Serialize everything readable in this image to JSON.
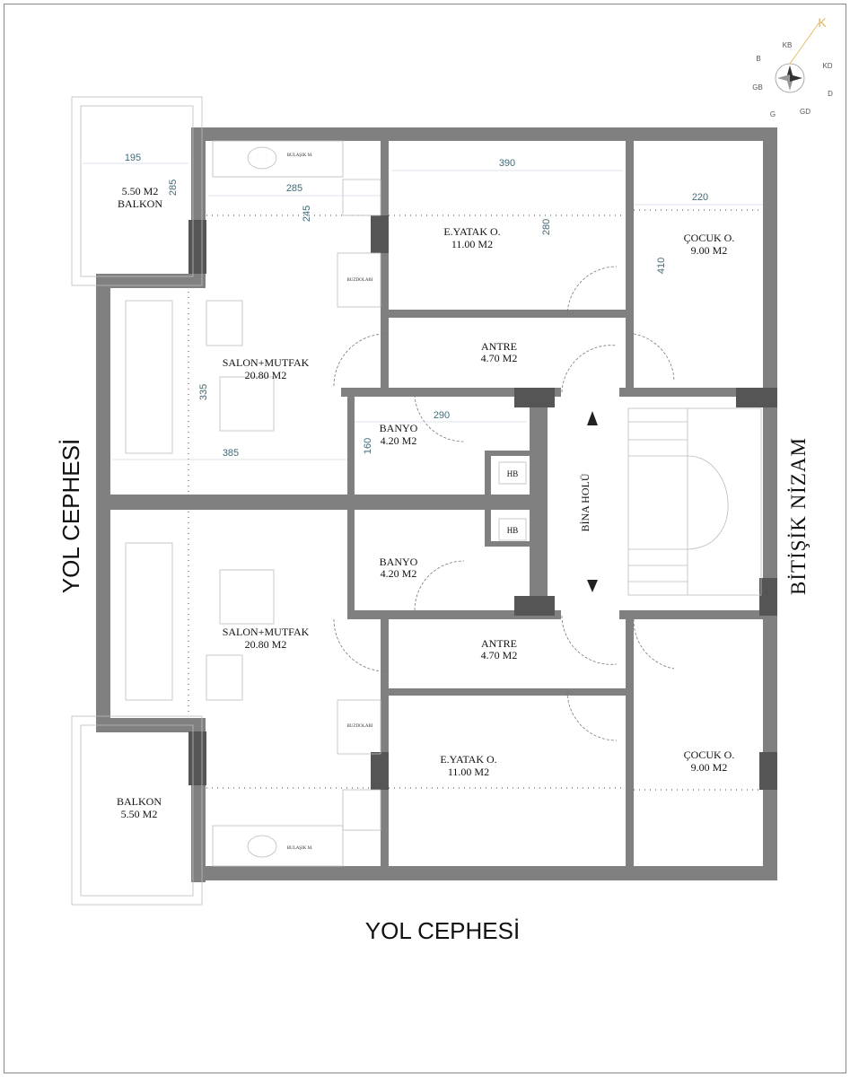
{
  "facades": {
    "left": "YOL CEPHESİ",
    "bottom": "YOL CEPHESİ",
    "right": "BİTİŞİK NİZAM"
  },
  "compass": {
    "north": "K",
    "labels": [
      "KB",
      "B",
      "GB",
      "G",
      "GD",
      "D",
      "KD"
    ]
  },
  "hall": {
    "label": "BİNA HOLÜ"
  },
  "upper_unit": {
    "balcony": {
      "area": "5.50 M2",
      "name": "BALKON"
    },
    "living": {
      "name": "SALON+MUTFAK",
      "area": "20.80 M2"
    },
    "master": {
      "name": "E.YATAK O.",
      "area": "11.00 M2"
    },
    "child": {
      "name": "ÇOCUK O.",
      "area": "9.00 M2"
    },
    "entry": {
      "name": "ANTRE",
      "area": "4.70 M2"
    },
    "bath": {
      "name": "BANYO",
      "area": "4.20 M2"
    },
    "hb": "HB",
    "dishwasher": "BULAŞIK M.",
    "fridge": "BUZDOLABI"
  },
  "lower_unit": {
    "balcony": {
      "name": "BALKON",
      "area": "5.50 M2"
    },
    "living": {
      "name": "SALON+MUTFAK",
      "area": "20.80 M2"
    },
    "master": {
      "name": "E.YATAK O.",
      "area": "11.00 M2"
    },
    "child": {
      "name": "ÇOCUK O.",
      "area": "9.00 M2"
    },
    "entry": {
      "name": "ANTRE",
      "area": "4.70 M2"
    },
    "bath": {
      "name": "BANYO",
      "area": "4.20 M2"
    },
    "hb": "HB",
    "dishwasher": "BULAŞIK M.",
    "fridge": "BUZDOLABI"
  },
  "dimensions": {
    "balcony_width": "195",
    "balcony_depth": "285",
    "kitchen_width": "285",
    "kitchen_depth": "245",
    "master_width": "390",
    "master_depth": "280",
    "child_width": "220",
    "child_depth": "410",
    "living_depth": "335",
    "living_width": "385",
    "bath_width": "290",
    "bath_depth": "160"
  }
}
